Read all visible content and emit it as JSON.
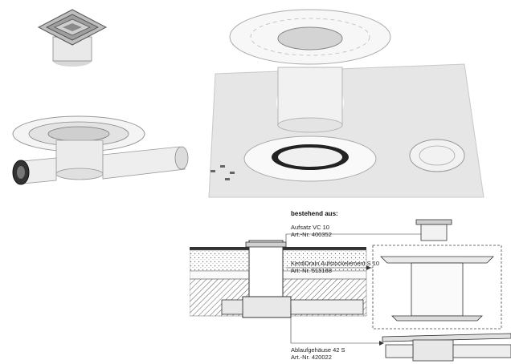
{
  "heading": "bestehend aus:",
  "components": [
    {
      "name": "Aufsatz VC 10",
      "article": "Art.-Nr. 400352"
    },
    {
      "name": "KerdiDrain Aufstockelement S 10",
      "article": "Art.-Nr. 513168"
    },
    {
      "name": "Ablaufgehäuse 42 S",
      "article": "Art.-Nr. 420022"
    }
  ],
  "colors": {
    "background": "#ffffff",
    "line": "#333333",
    "membrane": "#e6e6e6"
  }
}
